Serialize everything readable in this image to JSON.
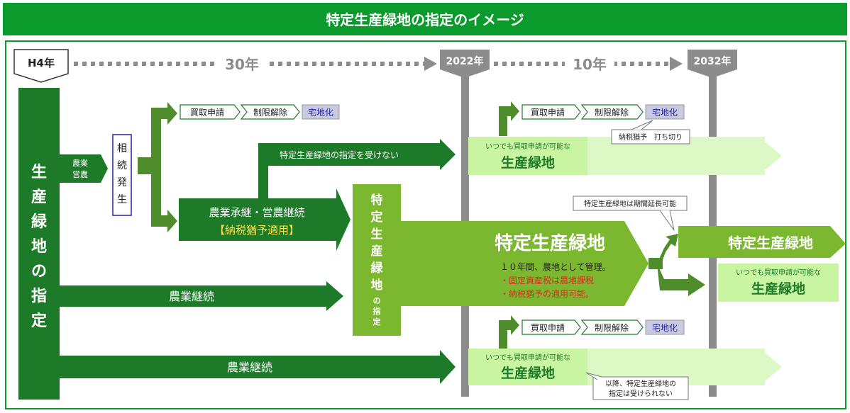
{
  "title": "特定生産緑地の指定のイメージ",
  "colors": {
    "title_bg": "#0a9b2c",
    "dark_green": "#1d7a28",
    "mid_green": "#6aa62a",
    "light_green": "#c9f5a2",
    "pale_green": "#dcf9c5",
    "gray_bar": "#8c8c8c",
    "highlight_box": "#c9c9e2",
    "red_text": "#e6261e",
    "blue_text": "#2222aa"
  },
  "timeline": {
    "start_label": "H4年",
    "span1_label": "30年",
    "year1_label": "2022年",
    "span2_label": "10年",
    "year2_label": "2032年"
  },
  "left_bar": {
    "label": "生産緑地の指定"
  },
  "top_branch": {
    "source_label": [
      "農業",
      "営農"
    ],
    "inheritance_label": "相続発生",
    "steps": [
      "買取申請",
      "制限解除",
      "宅地化"
    ],
    "no_designation_label": "特定生産緑地の指定を受けない",
    "succession_label": "農業承継・営農継続",
    "deferral_label": "【納税猶予適用】"
  },
  "continue_label_1": "農業継続",
  "continue_label_2": "農業継続",
  "special_box": {
    "label": "特定生産緑地",
    "suffix": "の指定"
  },
  "big_arrow": {
    "title": "特定生産緑地",
    "line1": "１０年間、農地として管理。",
    "line2": "・固定資産税は農地課税",
    "line3": "・納税猶予の適用可能。"
  },
  "green_box_top": {
    "line1": "いつでも買取申請が可能な",
    "line2": "生産緑地"
  },
  "green_box_bottom": {
    "line1": "いつでも買取申請が可能な",
    "line2": "生産緑地"
  },
  "right_box_top": {
    "label": "特定生産緑地"
  },
  "right_box_bottom": {
    "line1": "いつでも買取申請が可能な",
    "line2": "生産緑地"
  },
  "steps_top_right": [
    "買取申請",
    "制限解除",
    "宅地化"
  ],
  "steps_bottom_right": [
    "買取申請",
    "制限解除",
    "宅地化"
  ],
  "callouts": {
    "tax_cutoff": "納税猶予　打ち切り",
    "extension": "特定生産緑地は期間延長可能",
    "no_more_line1": "以降、特定生産緑地の",
    "no_more_line2": "指定は受けられない"
  }
}
